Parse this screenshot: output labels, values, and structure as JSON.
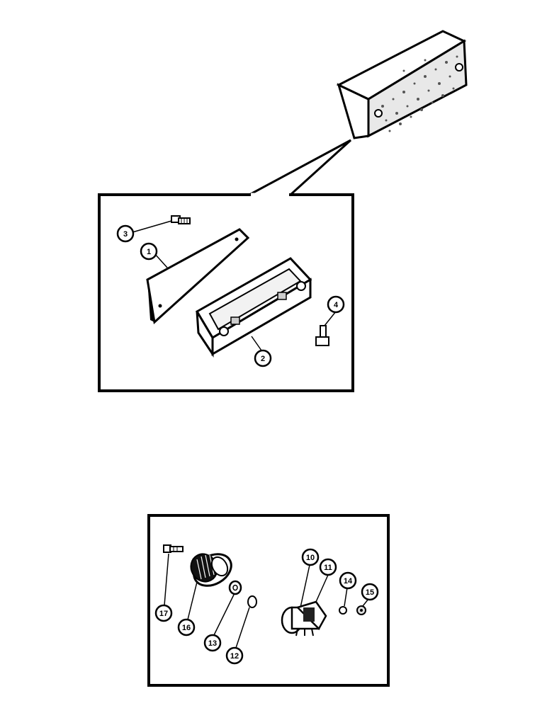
{
  "upper_diagram": {
    "callouts": {
      "c1": "1",
      "c2": "2",
      "c3": "3",
      "c4": "4"
    }
  },
  "lower_diagram": {
    "callouts": {
      "c10": "10",
      "c11": "11",
      "c12": "12",
      "c13": "13",
      "c14": "14",
      "c15": "15",
      "c16": "16",
      "c17": "17"
    }
  },
  "colors": {
    "ink": "#000000",
    "paper": "#ffffff",
    "shade": "#9a9a9a"
  }
}
